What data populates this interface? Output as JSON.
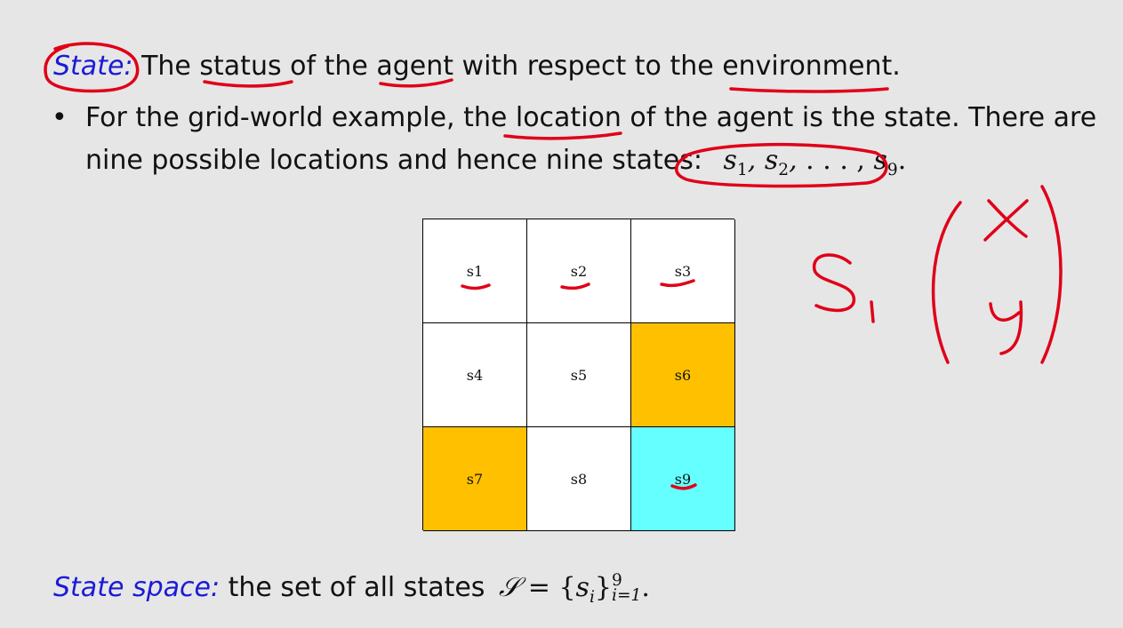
{
  "definition": {
    "term": "State:",
    "text": "The status of the agent with respect to the environment."
  },
  "bullet": {
    "marker": "•",
    "line1": "For the grid-world example, the location of the agent is the state. There are",
    "line2": "nine possible locations and hence nine states:"
  },
  "state_list": {
    "s": "s",
    "sub1": "1",
    "sub2": "2",
    "ellipsis": ". . . ,",
    "sub9": "9",
    "end": "."
  },
  "grid": {
    "cells": [
      {
        "label": "s1",
        "color": "#ffffff"
      },
      {
        "label": "s2",
        "color": "#ffffff"
      },
      {
        "label": "s3",
        "color": "#ffffff"
      },
      {
        "label": "s4",
        "color": "#ffffff"
      },
      {
        "label": "s5",
        "color": "#ffffff"
      },
      {
        "label": "s6",
        "color": "#ffc000"
      },
      {
        "label": "s7",
        "color": "#ffc000"
      },
      {
        "label": "s8",
        "color": "#ffffff"
      },
      {
        "label": "s9",
        "color": "#66ffff"
      }
    ]
  },
  "state_space": {
    "term": "State space:",
    "text": "the set of all states",
    "symbol": "𝒮",
    "equals": "=",
    "open": "{",
    "var": "s",
    "var_sub": "i",
    "close": "}",
    "upper": "9",
    "lower": "i=1",
    "end": "."
  },
  "colors": {
    "accent_blue": "#1a1ad8",
    "annotation_red": "#e00018",
    "orange_cell": "#ffc000",
    "cyan_cell": "#66ffff"
  }
}
